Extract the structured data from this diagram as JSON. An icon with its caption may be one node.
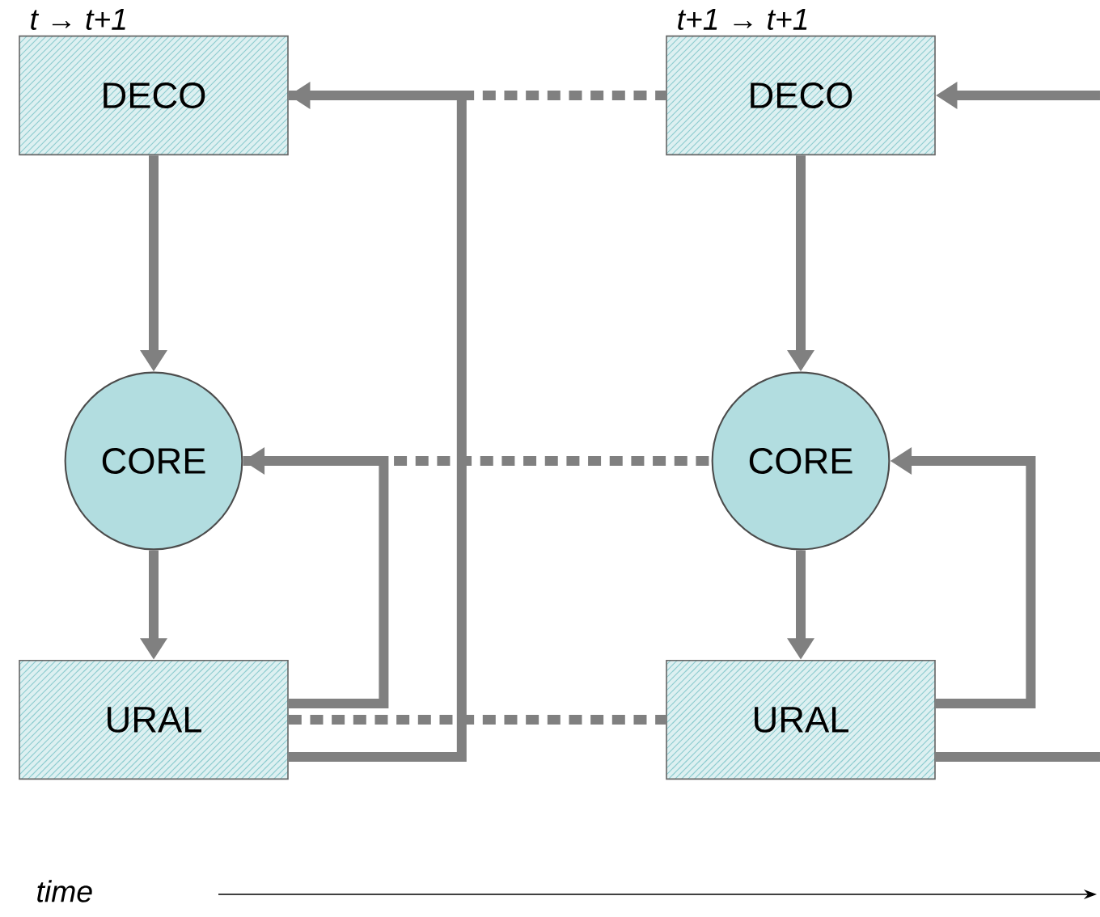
{
  "diagram": {
    "nodes": [
      {
        "text": [
          "DECO"
        ]
      },
      {
        "text": [
          "CORE"
        ]
      },
      {
        "text": [
          "URAL"
        ]
      },
      {
        "text": [
          "DECO"
        ]
      },
      {
        "text": [
          "CORE"
        ]
      },
      {
        "text": [
          "URAL"
        ]
      }
    ],
    "edges": [
      {
        "from": 0,
        "to": 1,
        "arrow": "to"
      },
      {
        "from": 1,
        "to": 2,
        "arrow": "to"
      },
      {
        "from": 2,
        "to": 1,
        "arrow": "to"
      },
      {
        "from": 2,
        "to": 0,
        "arrow": "to"
      },
      {
        "from": 0,
        "to": 3,
        "arrow": "none",
        "style": "dashed"
      },
      {
        "from": 1,
        "to": 4,
        "arrow": "none",
        "style": "dashed"
      },
      {
        "from": 2,
        "to": 5,
        "arrow": "none",
        "style": "dashed"
      },
      {
        "from": 3,
        "to": 4,
        "arrow": "to"
      },
      {
        "from": 4,
        "to": 5,
        "arrow": "to"
      },
      {
        "from": 5,
        "to": 4,
        "arrow": "to"
      },
      {
        "from": 5,
        "to": null,
        "arrow": "none"
      },
      {
        "from": null,
        "to": 3,
        "arrow": "to"
      }
    ],
    "labels": [
      "t → t+1",
      "t+1 → t+1",
      "time"
    ]
  }
}
